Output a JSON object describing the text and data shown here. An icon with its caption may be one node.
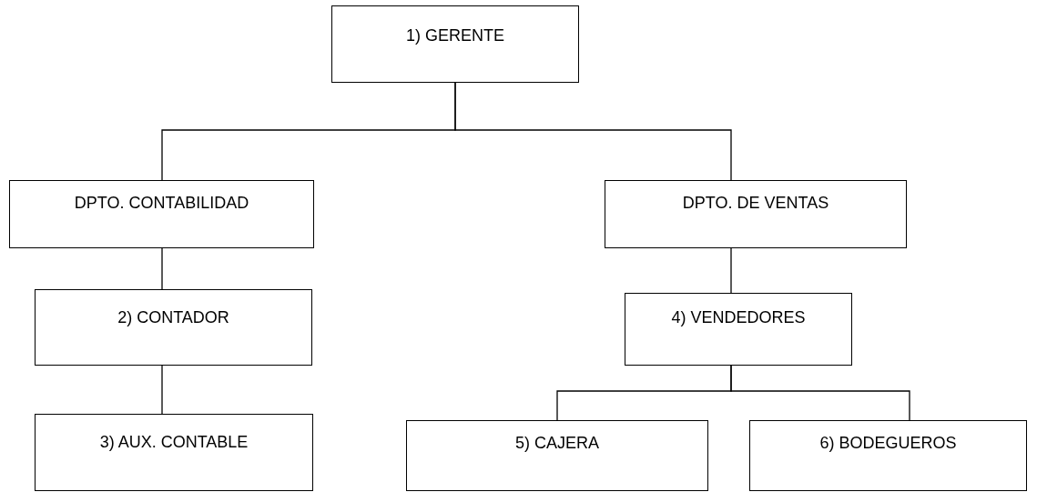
{
  "diagram": {
    "nodes": [
      {
        "text": [
          "1) GERENTE"
        ]
      },
      {
        "text": [
          "DPTO. CONTABILIDAD"
        ]
      },
      {
        "text": [
          "DPTO. DE VENTAS"
        ]
      },
      {
        "text": [
          "2) CONTADOR"
        ]
      },
      {
        "text": [
          "3) AUX. CONTABLE"
        ]
      },
      {
        "text": [
          "4) VENDEDORES"
        ]
      },
      {
        "text": [
          "5) CAJERA"
        ]
      },
      {
        "text": [
          "6) BODEGUEROS"
        ]
      }
    ],
    "edges": [
      {
        "from": 0,
        "to": 1,
        "arrow": "none"
      },
      {
        "from": 0,
        "to": 2,
        "arrow": "none"
      },
      {
        "from": 1,
        "to": 3,
        "arrow": "none"
      },
      {
        "from": 3,
        "to": 4,
        "arrow": "none"
      },
      {
        "from": 2,
        "to": 5,
        "arrow": "none"
      },
      {
        "from": 5,
        "to": 6,
        "arrow": "none"
      },
      {
        "from": 5,
        "to": 7,
        "arrow": "none"
      }
    ]
  }
}
